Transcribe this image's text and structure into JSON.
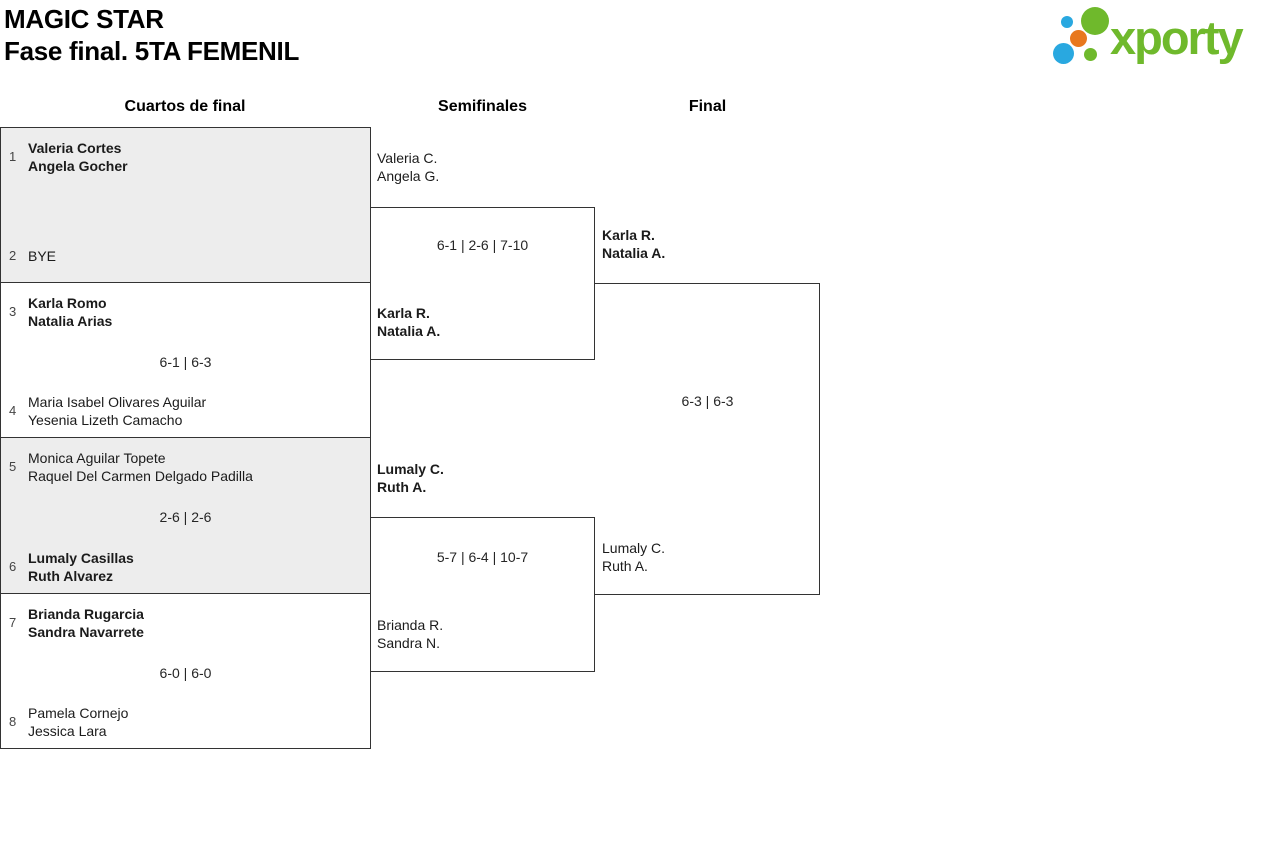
{
  "header": {
    "tournament": "MAGIC STAR",
    "subtitle": "Fase final. 5TA FEMENIL"
  },
  "logo": {
    "brand": "xporty",
    "colors": {
      "green": "#6fb92c",
      "blue": "#29a8e0",
      "orange": "#e8781d"
    }
  },
  "columns": [
    {
      "label": "Cuartos de final"
    },
    {
      "label": "Semifinales"
    },
    {
      "label": "Final"
    }
  ],
  "bracket": {
    "quarterfinals": [
      {
        "top": {
          "seed": "1",
          "names": [
            "Valeria Cortes",
            "Angela Gocher"
          ],
          "winner": true
        },
        "bottom": {
          "seed": "2",
          "names": [
            "BYE"
          ],
          "winner": false
        },
        "score": ""
      },
      {
        "top": {
          "seed": "3",
          "names": [
            "Karla Romo",
            "Natalia Arias"
          ],
          "winner": true
        },
        "bottom": {
          "seed": "4",
          "names": [
            "Maria Isabel Olivares Aguilar",
            "Yesenia Lizeth Camacho"
          ],
          "winner": false
        },
        "score": "6-1 | 6-3"
      },
      {
        "top": {
          "seed": "5",
          "names": [
            "Monica Aguilar Topete",
            "Raquel Del Carmen Delgado Padilla"
          ],
          "winner": false
        },
        "bottom": {
          "seed": "6",
          "names": [
            "Lumaly Casillas",
            "Ruth Alvarez"
          ],
          "winner": true
        },
        "score": "2-6 | 2-6"
      },
      {
        "top": {
          "seed": "7",
          "names": [
            "Brianda Rugarcia",
            "Sandra Navarrete"
          ],
          "winner": true
        },
        "bottom": {
          "seed": "8",
          "names": [
            "Pamela Cornejo",
            "Jessica Lara"
          ],
          "winner": false
        },
        "score": "6-0 | 6-0"
      }
    ],
    "semifinals": [
      {
        "top": {
          "names": [
            "Valeria C.",
            "Angela G."
          ],
          "winner": false
        },
        "bottom": {
          "names": [
            "Karla R.",
            "Natalia A."
          ],
          "winner": true
        },
        "score": "6-1 | 2-6 | 7-10"
      },
      {
        "top": {
          "names": [
            "Lumaly C.",
            "Ruth A."
          ],
          "winner": true
        },
        "bottom": {
          "names": [
            "Brianda R.",
            "Sandra N."
          ],
          "winner": false
        },
        "score": "5-7 | 6-4 | 10-7"
      }
    ],
    "final": {
      "top": {
        "names": [
          "Karla R.",
          "Natalia A."
        ],
        "winner": true
      },
      "bottom": {
        "names": [
          "Lumaly C.",
          "Ruth A."
        ],
        "winner": false
      },
      "score": "6-3 | 6-3"
    }
  }
}
